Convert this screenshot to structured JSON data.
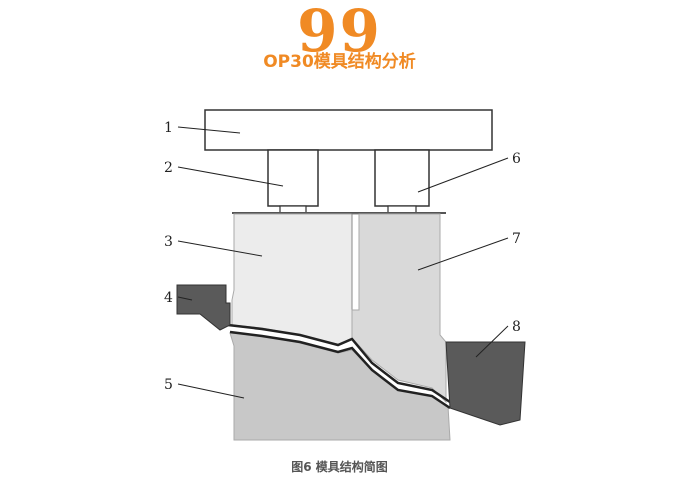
{
  "header": {
    "quote_mark": "99",
    "title": "OP30模具结构分析"
  },
  "figure": {
    "labels": [
      "1",
      "2",
      "3",
      "4",
      "5",
      "6",
      "7",
      "8"
    ],
    "caption": "图6 模具结构简图"
  },
  "colors": {
    "accent": "#f08a24",
    "outline": "#333333",
    "light_part": "#ececec",
    "mid_part": "#d9d9d9",
    "lower_part": "#c8c8c8",
    "dark_part": "#5a5a5a"
  }
}
